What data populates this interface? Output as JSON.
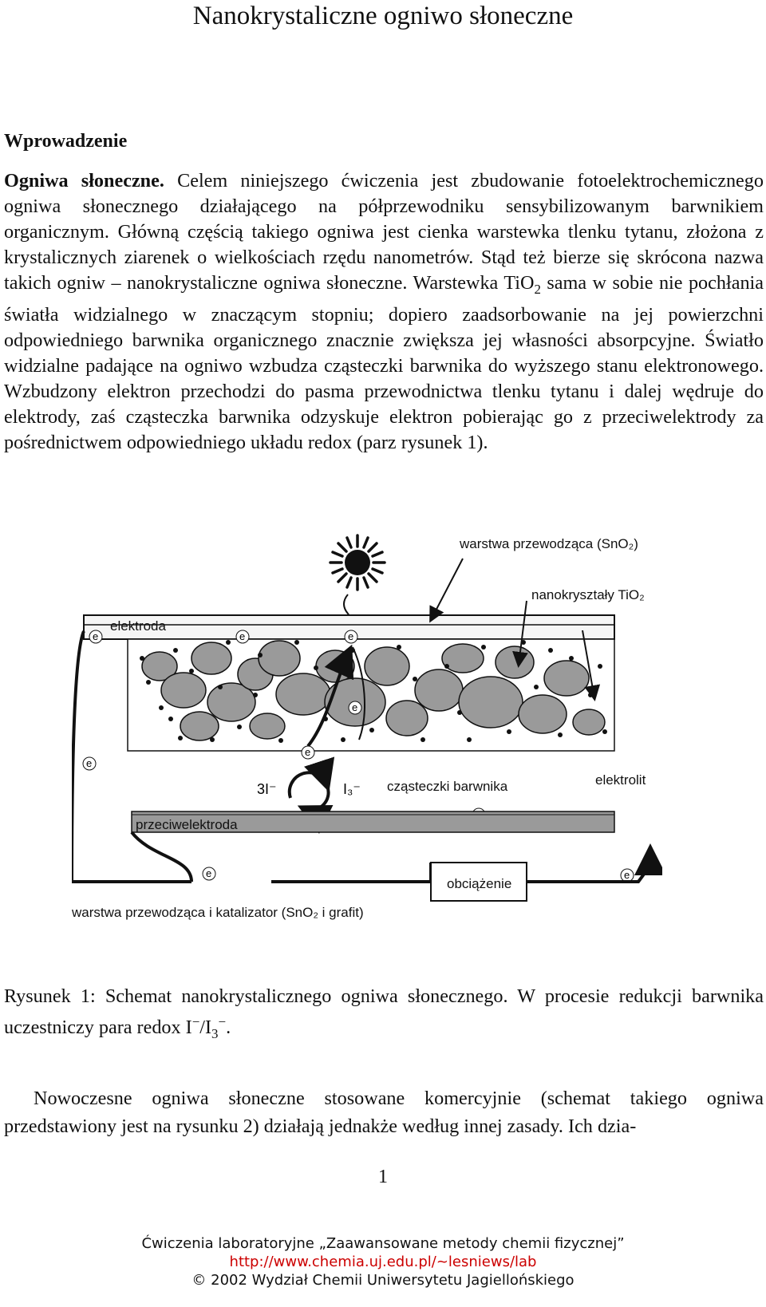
{
  "header": {
    "title": "Nanokrystaliczne ogniwo słoneczne"
  },
  "section": {
    "heading": "Wprowadzenie"
  },
  "intro": {
    "lead": "Ogniwa słoneczne.",
    "text_a": " Celem niniejszego ćwiczenia jest zbudowanie fotoelektrochemicznego ogniwa słonecznego działającego na półprzewodniku sensybilizowanym barwnikiem organicznym. Główną częścią takiego ogniwa jest cienka warstewka tlenku tytanu, złożona z krystalicznych ziarenek o wielkościach rzędu nanometrów. Stąd też bierze się skrócona nazwa takich ogniw – nanokrystaliczne ogniwa słoneczne. Warstewka TiO",
    "sub_2": "2",
    "text_b": " sama w sobie nie pochłania światła widzialnego w znaczącym stopniu; dopiero zaadsorbowanie na jej powierzchni odpowiedniego barwnika organicznego znacznie zwiększa jej własności absorpcyjne. Światło widzialne padające na ogniwo wzbudza cząsteczki barwnika do wyższego stanu elektronowego. Wzbudzony elektron przechodzi do pasma przewodnictwa tlenku tytanu i dalej wędruje do elektrody, zaś cząsteczka barwnika odzyskuje elektron pobierając go z przeciwelektrody za pośrednictwem odpowiedniego układu redox (parz rysunek 1)."
  },
  "figure": {
    "label_sno2": "warstwa przewodząca (SnO₂)",
    "label_tio2": "nanokryształy TiO₂",
    "label_electrode": "elektroda",
    "label_dye": "cząsteczki barwnika",
    "label_electrolyte": "elektrolit",
    "label_counter": "przeciwelektroda",
    "label_load": "obciążenie",
    "label_catalyst": "warstwa przewodząca i katalizator (SnO₂ i grafit)",
    "label_3i": "3I⁻",
    "label_i3": "I₃⁻",
    "electron": "e",
    "electron_sup": "-"
  },
  "caption": {
    "text_a": "Rysunek 1: Schemat nanokrystalicznego ogniwa słonecznego. W procesie redukcji barwnika uczestniczy para redox I",
    "sup_minus": "−",
    "slash": "/I",
    "sub_3": "3",
    "sup_minus2": "−",
    "end": "."
  },
  "para2": {
    "text": "Nowoczesne ogniwa słoneczne stosowane komercyjnie (schemat takiego ogniwa przedstawiony jest na rysunku 2) działają jednakże według innej zasady. Ich dzia-"
  },
  "page": {
    "number": "1"
  },
  "footer": {
    "line1": "Ćwiczenia laboratoryjne „Zaawansowane metody chemii fizycznej”",
    "url": "http://www.chemia.uj.edu.pl/~lesniews/lab",
    "line3": "© 2002 Wydział Chemii Uniwersytetu Jagiellońskiego"
  }
}
